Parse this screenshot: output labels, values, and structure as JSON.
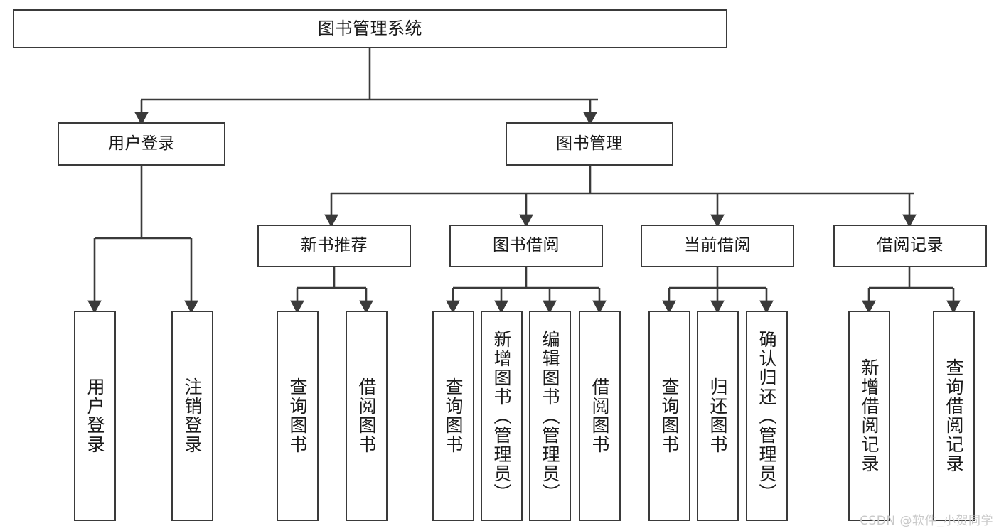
{
  "diagram": {
    "type": "tree-hierarchy-chart",
    "title": "图书管理系统",
    "edge_color": "#3a3a3a",
    "box_border_color": "#3a3a3a",
    "background_color": "#ffffff",
    "watermark": "CSDN @软件_小贺同学",
    "watermark_color": "#c9c9c9"
  },
  "nodes": {
    "root": {
      "label": "图书管理系统",
      "level": 1
    },
    "level2": [
      {
        "id": "user-login",
        "label": "用户登录"
      },
      {
        "id": "book-management",
        "label": "图书管理"
      }
    ],
    "level3": [
      {
        "id": "new-book-recommend",
        "label": "新书推荐"
      },
      {
        "id": "book-borrow",
        "label": "图书借阅"
      },
      {
        "id": "current-borrow",
        "label": "当前借阅"
      },
      {
        "id": "borrow-record",
        "label": "借阅记录"
      }
    ],
    "leaves": {
      "user-login": [
        {
          "id": "leaf-user-login",
          "label": "用户登录"
        },
        {
          "id": "leaf-logout-login",
          "label": "注销登录"
        }
      ],
      "new-book-recommend": [
        {
          "id": "leaf-query-book-1",
          "label": "查询图书"
        },
        {
          "id": "leaf-borrow-book-1",
          "label": "借阅图书"
        }
      ],
      "book-borrow": [
        {
          "id": "leaf-query-book-2",
          "label": "查询图书"
        },
        {
          "id": "leaf-add-book",
          "label": "新增图书（管理员）"
        },
        {
          "id": "leaf-edit-book",
          "label": "编辑图书（管理员）"
        },
        {
          "id": "leaf-borrow-book-2",
          "label": "借阅图书"
        }
      ],
      "current-borrow": [
        {
          "id": "leaf-query-book-3",
          "label": "查询图书"
        },
        {
          "id": "leaf-return-book",
          "label": "归还图书"
        },
        {
          "id": "leaf-confirm-return",
          "label": "确认归还（管理员）"
        }
      ],
      "borrow-record": [
        {
          "id": "leaf-add-record",
          "label": "新增借阅记录"
        },
        {
          "id": "leaf-query-record",
          "label": "查询借阅记录"
        }
      ]
    }
  }
}
